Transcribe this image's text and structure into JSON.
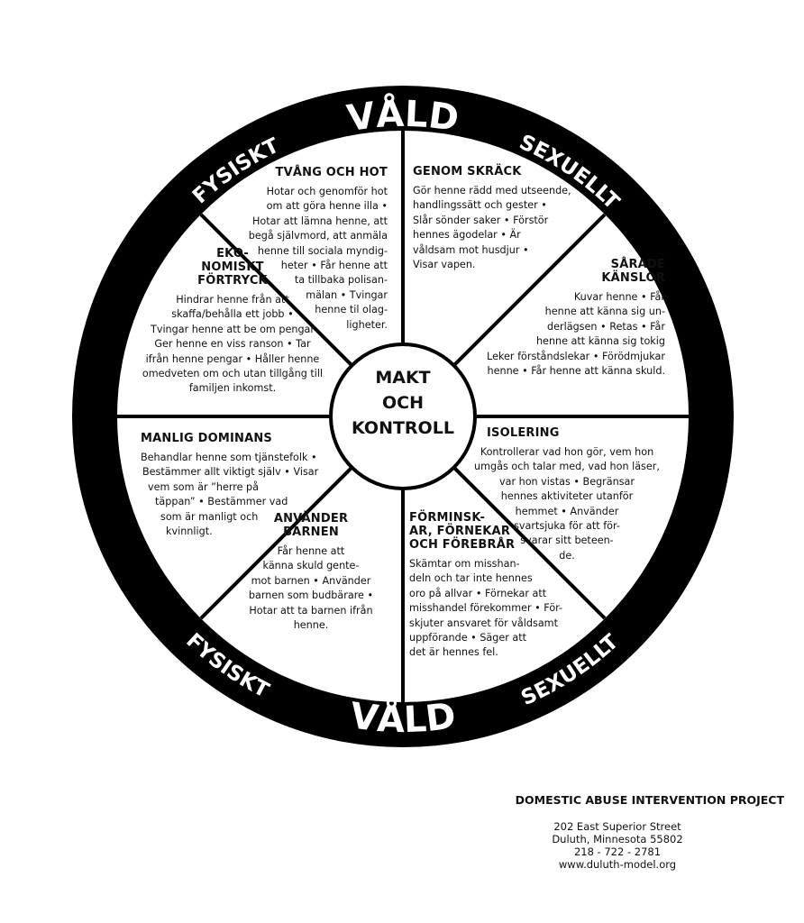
{
  "ring": {
    "top": "VÅLD",
    "top_left": "FYSISKT",
    "top_right": "SEXUELLT",
    "bottom": "VÅLD",
    "bottom_left": "FYSISKT",
    "bottom_right": "SEXUELLT"
  },
  "center": {
    "lines": [
      "MAKT",
      "OCH",
      "KONTROLL"
    ]
  },
  "sections": {
    "tvang": {
      "heading": [
        "TVÅNG OCH HOT"
      ],
      "lines": [
        "Hotar och genomför hot",
        "om att göra henne illa   •",
        "Hotar att lämna henne, att",
        "begå självmord, att anmäla",
        "henne till sociala myndig-",
        "heter  • Får henne att",
        "ta tillbaka polisan-",
        "mälan  •  Tvingar",
        "henne til olag-",
        "ligheter."
      ]
    },
    "genom": {
      "heading": [
        "GENOM SKRÄCK"
      ],
      "lines": [
        "Gör henne rädd med utseende,",
        "handlingssätt och gester  •",
        "Slår sönder saker  •  Förstör",
        "hennes ägodelar  • Är",
        "våldsam mot husdjur  •",
        "Visar vapen."
      ]
    },
    "sarade": {
      "heading": [
        "SÅRADE",
        "KÄNSLOR"
      ],
      "lines": [
        "Kuvar henne  •  Får",
        "henne att känna sig un-",
        "derlägsen  •  Retas  •  Får",
        "henne att känna sig tokig",
        "Leker förståndslekar  •  Förödmjukar",
        "henne   • Får henne att känna skuld."
      ]
    },
    "ekonomiskt": {
      "heading": [
        "EKO-",
        "NOMISKT",
        "FÖRTRYCK"
      ],
      "lines": [
        "Hindrar henne från att",
        "skaffa/behålla ett jobb  •",
        "Tvingar henne att be om pengar",
        "Ger henne en viss ranson  •  Tar",
        "ifrån henne pengar  • Håller henne",
        "omedveten om och utan tillgång till",
        "familjen inkomst."
      ]
    },
    "manlig": {
      "heading": [
        "MANLIG DOMINANS"
      ],
      "lines": [
        "Behandlar henne som tjänstefolk   •",
        "Bestämmer allt viktigt själv  •  Visar",
        "vem som är ”herre på",
        "täppan” •   Bestämmer vad",
        "som är manligt och",
        "kvinnligt."
      ]
    },
    "barnen": {
      "heading": [
        "ANVÄNDER",
        "BARNEN"
      ],
      "lines": [
        "Får henne att",
        "känna skuld gente-",
        "mot barnen  •  Använder",
        "barnen som budbärare  •",
        "Hotar att ta barnen ifrån",
        "henne."
      ]
    },
    "isolering": {
      "heading": [
        "ISOLERING"
      ],
      "lines": [
        "Kontrollerar vad hon gör, vem hon",
        "umgås och talar med, vad hon läser,",
        "var hon vistas  •  Begränsar",
        "hennes aktiviteter utanför",
        "hemmet  •  Använder",
        "svartsjuka för att för-",
        "svarar sitt beteen-",
        "de."
      ]
    },
    "forminskar": {
      "heading": [
        "FÖRMINSK-",
        "AR, FÖRNEKAR",
        "OCH FÖREBRÅR"
      ],
      "lines": [
        "Skämtar om misshan-",
        "deln och tar inte hennes",
        "oro på allvar  •  Förnekar att",
        "misshandel förekommer  •  För-",
        "skjuter ansvaret för våldsamt",
        "uppförande  •  Säger att",
        "det är hennes fel."
      ]
    }
  },
  "footer": {
    "org": "DOMESTIC ABUSE INTERVENTION PROJECT",
    "address": [
      "202 East Superior Street",
      "Duluth, Minnesota 55802",
      "218 - 722 - 2781",
      "www.duluth-model.org"
    ]
  }
}
